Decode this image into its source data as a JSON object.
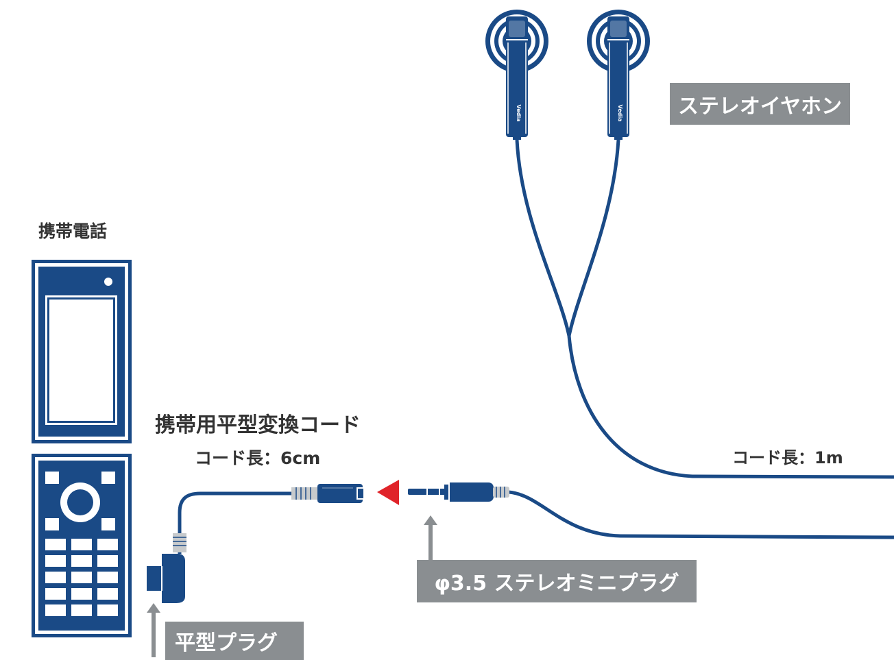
{
  "colors": {
    "navy": "#1a4a86",
    "gray_label": "#8a8e91",
    "red_arrow": "#e0242a",
    "silver": "#c7cacc"
  },
  "labels": {
    "earphones": "ステレオイヤホン",
    "earphone_cord_length": "コード長：1m",
    "phone": "携帯電話",
    "adapter_title": "携帯用平型変換コード",
    "adapter_cord_length": "コード長：6cm",
    "mini_plug": "φ3.5 ステレオミニプラグ",
    "flat_plug": "平型プラグ",
    "earbud_brand": "Vedia"
  },
  "icons": {
    "phone": "mobile-phone-icon",
    "earphones": "earbuds-icon",
    "connect_arrow": "red-triangle-arrow-icon",
    "pointer": "up-arrow-icon"
  }
}
